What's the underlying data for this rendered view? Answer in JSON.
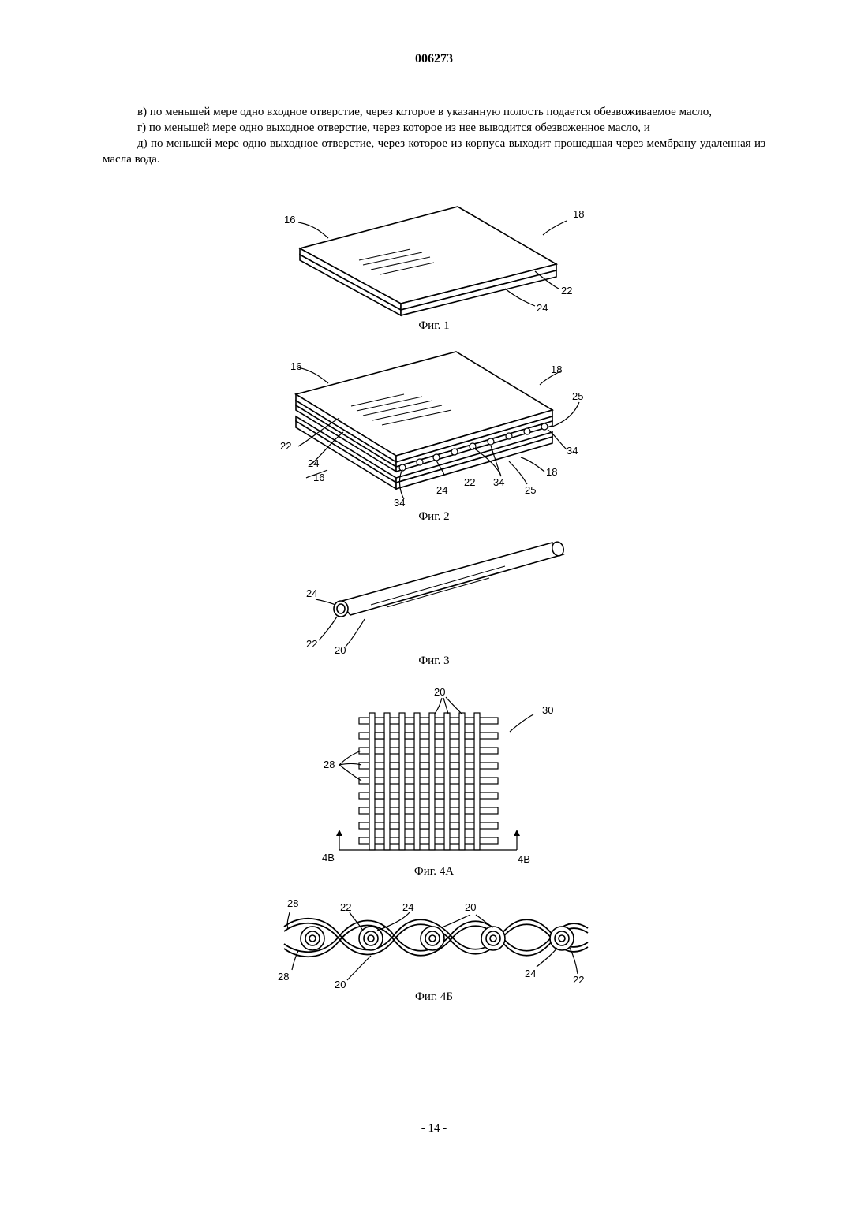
{
  "header": {
    "doc_number": "006273"
  },
  "paragraphs": [
    "в) по меньшей мере одно входное отверстие, через которое в указанную полость подается обезво­живаемое масло,",
    "г) по меньшей мере одно выходное отверстие, через которое из нее выводится обезвоженное масло, и",
    "д) по меньшей мере одно выходное отверстие, через которое из корпуса выходит прошедшая через мембрану удаленная из масла вода."
  ],
  "figures": {
    "fig1": {
      "caption": "Фиг. 1",
      "labels": {
        "l16": "16",
        "l18": "18",
        "l22": "22",
        "l24": "24"
      }
    },
    "fig2": {
      "caption": "Фиг. 2",
      "labels": {
        "l16a": "16",
        "l18a": "18",
        "l25a": "25",
        "l22a": "22",
        "l24a": "24",
        "l34a": "34",
        "l16b": "16",
        "l18b": "18",
        "l34b": "34",
        "l24b": "24",
        "l22b": "22",
        "l34c": "34",
        "l25b": "25"
      }
    },
    "fig3": {
      "caption": "Фиг. 3",
      "labels": {
        "l24": "24",
        "l22": "22",
        "l20": "20"
      }
    },
    "fig4a": {
      "caption": "Фиг. 4А",
      "labels": {
        "l20": "20",
        "l30": "30",
        "l28": "28",
        "l4b_left": "4B",
        "l4b_right": "4B"
      }
    },
    "fig4b": {
      "caption": "Фиг. 4Б",
      "labels": {
        "l28a": "28",
        "l22a": "22",
        "l24a": "24",
        "l20a": "20",
        "l28b": "28",
        "l20b": "20",
        "l24b": "24",
        "l22b": "22"
      }
    }
  },
  "page_number": "- 14 -"
}
